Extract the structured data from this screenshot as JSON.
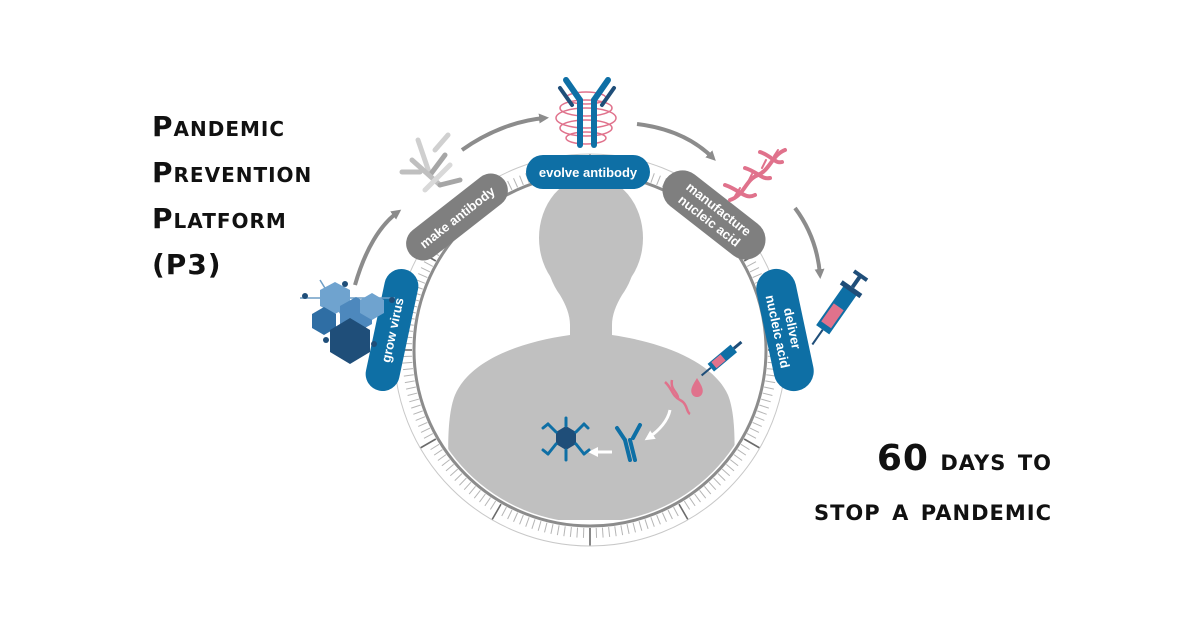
{
  "title": {
    "line1": "Pandemic",
    "line2": "Prevention",
    "line3": "Platform",
    "line4": "(P3)"
  },
  "steps": [
    {
      "label": "grow virus",
      "color": "#0e6fa5"
    },
    {
      "label": "make antibody",
      "color": "#7f7f7f"
    },
    {
      "label": "evolve antibody",
      "color": "#0e6fa5"
    },
    {
      "label_line1": "manufacture",
      "label_line2": "nucleic acid",
      "color": "#7f7f7f"
    },
    {
      "label_line1": "deliver",
      "label_line2": "nucleic acid",
      "color": "#0e6fa5"
    }
  ],
  "tagline": {
    "number": "60",
    "line1_rest": " days to",
    "line2": "stop a pandemic"
  },
  "colors": {
    "blue": "#0e6fa5",
    "dark_blue": "#1f4e79",
    "pink": "#e0728c",
    "gray": "#8c8c8c",
    "silhouette": "#bdbdbd"
  },
  "icons": [
    "virus-icon",
    "antibody-icon",
    "dna-icon",
    "syringe-icon"
  ]
}
